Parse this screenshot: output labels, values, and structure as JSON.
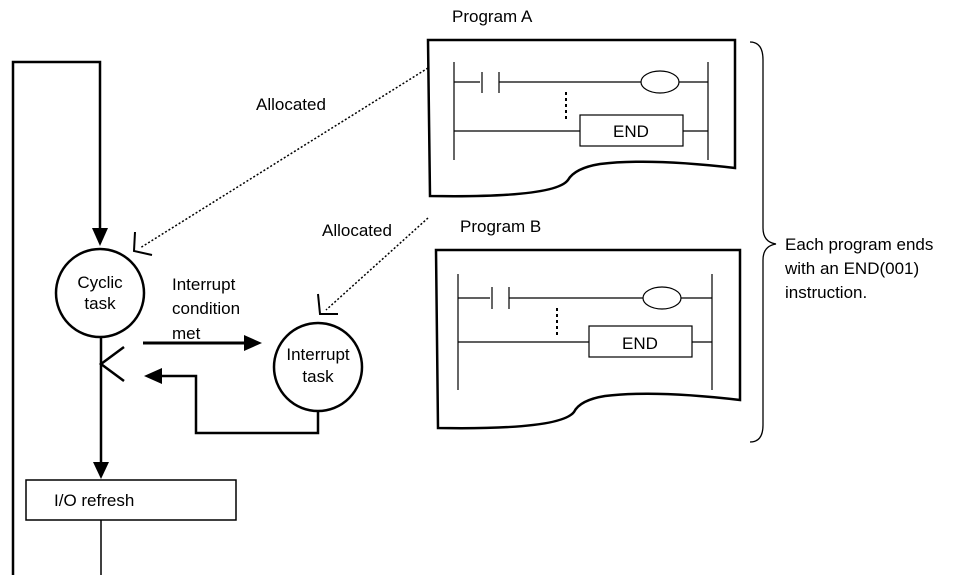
{
  "programs": {
    "a_title": "Program A",
    "b_title": "Program B",
    "end_label": "END"
  },
  "allocations": {
    "a_label": "Allocated",
    "b_label": "Allocated"
  },
  "tasks": {
    "cyclic_line1": "Cyclic",
    "cyclic_line2": "task",
    "interrupt_line1": "Interrupt",
    "interrupt_line2": "task"
  },
  "condition": {
    "line1": "Interrupt",
    "line2": "condition",
    "line3": "met"
  },
  "io": {
    "refresh": "I/O refresh"
  },
  "note": {
    "line1": "Each program ends",
    "line2": "with an END(001)",
    "line3": "instruction."
  }
}
